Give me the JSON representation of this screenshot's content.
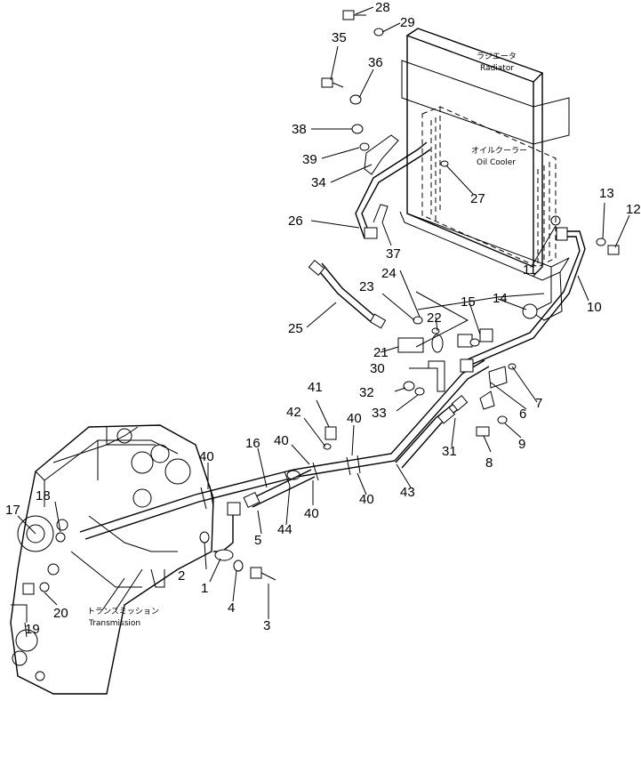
{
  "labels": {
    "radiator_jp": "ラジエータ",
    "radiator_en": "Radiator",
    "oil_cooler_jp": "オイルクーラー",
    "oil_cooler_en": "Oil Cooler",
    "transmission_jp": "トランスミッション",
    "transmission_en": "Transmission"
  },
  "callouts": {
    "n1": "1",
    "n2": "2",
    "n3": "3",
    "n4": "4",
    "n5": "5",
    "n6": "6",
    "n7": "7",
    "n8": "8",
    "n9": "9",
    "n10": "10",
    "n11": "11",
    "n12": "12",
    "n13": "13",
    "n14": "14",
    "n15": "15",
    "n16": "16",
    "n17": "17",
    "n18": "18",
    "n19": "19",
    "n20": "20",
    "n21": "21",
    "n22": "22",
    "n23": "23",
    "n24": "24",
    "n25": "25",
    "n26": "26",
    "n27": "27",
    "n28": "28",
    "n29": "29",
    "n30": "30",
    "n31": "31",
    "n32": "32",
    "n33": "33",
    "n34": "34",
    "n35": "35",
    "n36": "36",
    "n37": "37",
    "n38": "38",
    "n39": "39",
    "n40": "40",
    "n41": "41",
    "n42": "42",
    "n43": "43",
    "n44": "44"
  }
}
